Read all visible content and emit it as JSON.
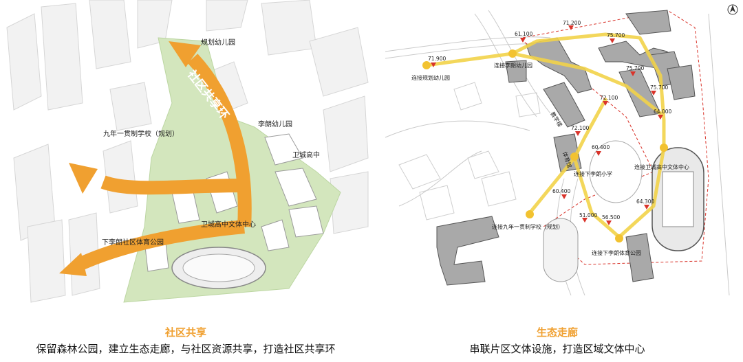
{
  "left": {
    "ring_label": "社区共享环",
    "labels": {
      "kindergarten_planned": "规划幼儿园",
      "lilang_kindergarten": "李朗幼儿园",
      "school_9yr": "九年一贯制学校（规划）",
      "weicheng_high": "卫城高中",
      "culture_center": "卫城高中文体中心",
      "sports_park": "下李朗社区体育公园"
    }
  },
  "right": {
    "labels": {
      "to_planned_kg": "连接规划幼儿园",
      "to_lilang_kg": "连接李朗幼儿园",
      "to_culture": "连接卫城高中文体中心",
      "to_primary": "连接下李朗小学",
      "to_9yr": "连接九年一贯制学校（规划）",
      "to_sports_park": "连接下李朗体育公园",
      "teaching": "教学楼",
      "gym": "体育馆"
    },
    "elevations": {
      "e1": "71.900",
      "e2": "61.100",
      "e3": "71.200",
      "e4": "75.700",
      "e5": "75.700",
      "e6": "75.700",
      "e7": "72.100",
      "e8": "64.000",
      "e9": "72.100",
      "e10": "60.400",
      "e11": "60.400",
      "e12": "64.300",
      "e13": "51.000",
      "e14": "56.500"
    }
  },
  "captions": {
    "left_title": "社区共享",
    "left_sub": "保留森林公园，建立生态走廊，与社区资源共享，打造社区共享环",
    "right_title": "生态走廊",
    "right_sub": "串联片区文体设施，打造区域文体中心"
  },
  "colors": {
    "orange": "#f0a030",
    "green": "#cfe3b7",
    "yellow": "#f2d34a",
    "red": "#d9342b"
  }
}
